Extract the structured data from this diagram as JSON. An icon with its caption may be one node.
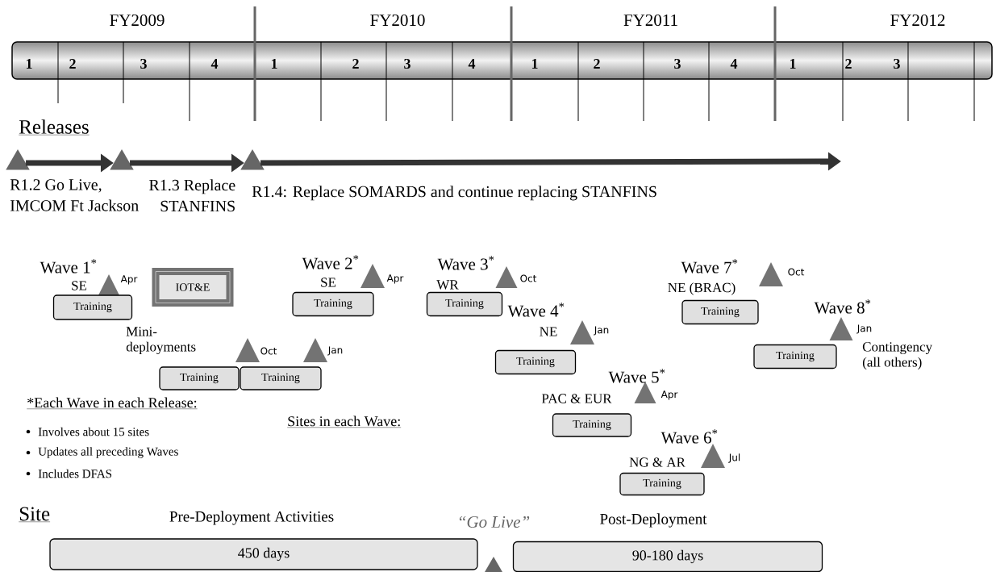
{
  "diagram": {
    "nodes": [
      {
        "text": [],
        "shape": "triangle",
        "beside": [
          "R1.2 Go Live, IMCOM Ft Jackson"
        ]
      },
      {
        "text": [],
        "shape": "triangle",
        "beside": [
          "R1.3 Replace STANFINS"
        ]
      },
      {
        "text": [],
        "shape": "triangle",
        "beside": [
          "R1.4: Replace SOMARDS and continue replacing STANFINS"
        ]
      },
      {
        "text": [
          "Training"
        ]
      },
      {
        "text": [
          "IOT&E"
        ]
      },
      {
        "text": [
          "Training"
        ]
      },
      {
        "text": [
          "Training"
        ]
      },
      {
        "text": [
          "Training"
        ]
      },
      {
        "text": [
          "Training"
        ]
      },
      {
        "text": [
          "Training"
        ]
      },
      {
        "text": [
          "Training"
        ]
      },
      {
        "text": [
          "Training"
        ]
      },
      {
        "text": [
          "Training"
        ]
      },
      {
        "text": [
          "Training"
        ]
      },
      {
        "text": [
          "Pre-Deployment Activities",
          "450 days"
        ]
      },
      {
        "text": [
          "Post-Deployment",
          "90-180 days"
        ]
      },
      {
        "text": [],
        "shape": "triangle"
      }
    ],
    "edges": [
      {
        "from": 0,
        "to": 1,
        "arrow": "to"
      },
      {
        "from": 1,
        "to": 2,
        "arrow": "to"
      },
      {
        "from": 2,
        "to": null,
        "arrow": "to"
      }
    ],
    "labels": [
      "FY2009",
      "FY2010",
      "FY2011",
      "FY2012",
      "1",
      "2",
      "3",
      "4",
      "1",
      "2",
      "3",
      "4",
      "1",
      "2",
      "3",
      "4",
      "1",
      "2",
      "3",
      "Releases",
      "Wave 1$^{*}$",
      "Wave 2$^{*}$",
      "Wave 3$^{*}$",
      "Wave 7$^{*}$",
      "SE",
      "Apr",
      "SE",
      "Apr",
      "WR",
      "Oct",
      "NE (BRAC)",
      "Oct",
      "Wave 4$^{*}$",
      "Wave 8$^{*}$",
      "NE",
      "Jan",
      "Jan",
      "Mini-deployments",
      "Oct",
      "Jan",
      "Contingency (all others)",
      "Wave 5$^{*}$",
      "*Each Wave in each Release:",
      "PAC & EUR",
      "Apr",
      "Sites in each Wave:",
      "Involves about 15 sites",
      "Wave 6$^{*}$",
      "Updates all preceding Waves",
      "NG & AR",
      "Jul",
      "Includes DFAS",
      "Site",
      "“Go Live”"
    ]
  }
}
